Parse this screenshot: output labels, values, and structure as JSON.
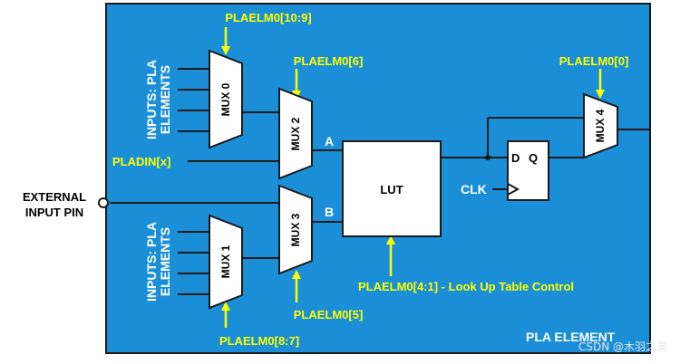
{
  "colors": {
    "panel": "#1a8fd7",
    "border": "#1a1a1a",
    "control": "#ffff00",
    "block": "#ffffff"
  },
  "labels": {
    "plaelm0_10_9": "PLAELM0[10:9]",
    "plaelm0_6": "PLAELM0[6]",
    "plaelm0_0": "PLAELM0[0]",
    "plaelm0_5": "PLAELM0[5]",
    "plaelm0_8_7": "PLAELM0[8:7]",
    "plaelm0_4_1": "PLAELM0[4:1] - Look Up Table Control",
    "pladin": "PLADIN[x]",
    "inputs_pla_1": "INPUTS: PLA",
    "inputs_elements": "ELEMENTS",
    "external_line1": "EXTERNAL",
    "external_line2": "INPUT PIN",
    "port_a": "A",
    "port_b": "B",
    "clk": "CLK",
    "d": "D",
    "q": "Q",
    "lut": "LUT",
    "pla_element": "PLA ELEMENT",
    "watermark": "CSDN @木羽之灵"
  },
  "muxes": {
    "mux0": "MUX 0",
    "mux1": "MUX 1",
    "mux2": "MUX 2",
    "mux3": "MUX 3",
    "mux4": "MUX 4"
  }
}
